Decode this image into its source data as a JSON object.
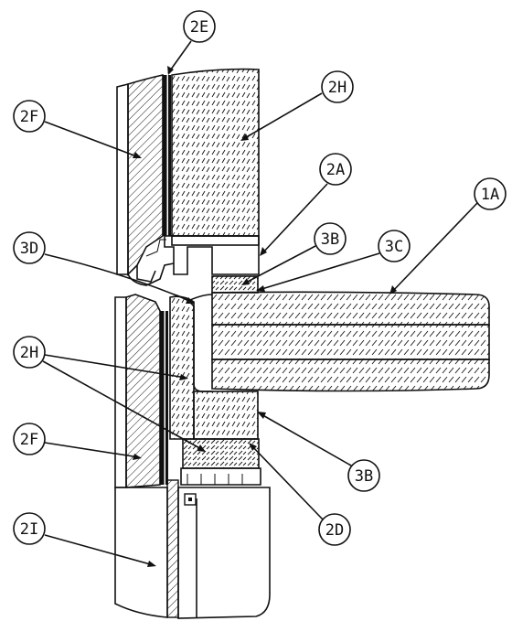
{
  "labels": {
    "l2E": "2E",
    "l2F_top": "2F",
    "l2H_top": "2H",
    "l2A": "2A",
    "l3D": "3D",
    "l3B_top": "3B",
    "l3C": "3C",
    "l1A": "1A",
    "l2H_mid": "2H",
    "l2F_bot": "2F",
    "l3B_bot": "3B",
    "l2D": "2D",
    "l2I": "2I"
  },
  "colors": {
    "line": "#111111",
    "background": "#ffffff"
  }
}
